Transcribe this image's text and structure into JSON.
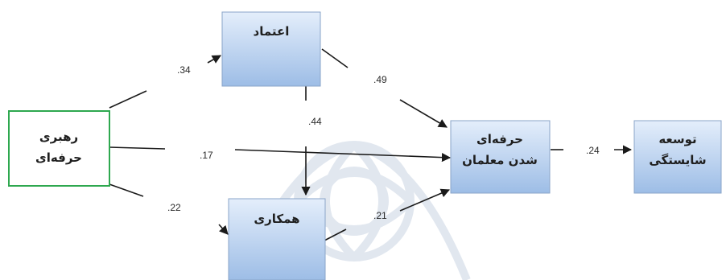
{
  "nodes": {
    "leadership": {
      "lines": [
        "رهبری",
        "حرفه‌ای"
      ]
    },
    "trust": {
      "lines": [
        "اعتماد"
      ]
    },
    "cooperation": {
      "lines": [
        "همکاری"
      ]
    },
    "professionalization": {
      "lines": [
        "حرفه‌ای",
        "شدن معلمان"
      ]
    },
    "competency": {
      "lines": [
        "توسعه",
        "شایستگی"
      ]
    }
  },
  "edges": {
    "leadership_to_trust": ".34",
    "trust_to_cooperation": ".44",
    "trust_to_professionalization": ".49",
    "leadership_to_professionalization": ".17",
    "leadership_to_cooperation": ".22",
    "cooperation_to_professionalization": ".21",
    "professionalization_to_competency": ".24"
  },
  "colors": {
    "box_top": "#e4eefb",
    "box_bottom": "#9dbde6",
    "box_border": "#8aa4c8",
    "source_border": "#2ea84f",
    "watermark": "#c9d4e3"
  }
}
